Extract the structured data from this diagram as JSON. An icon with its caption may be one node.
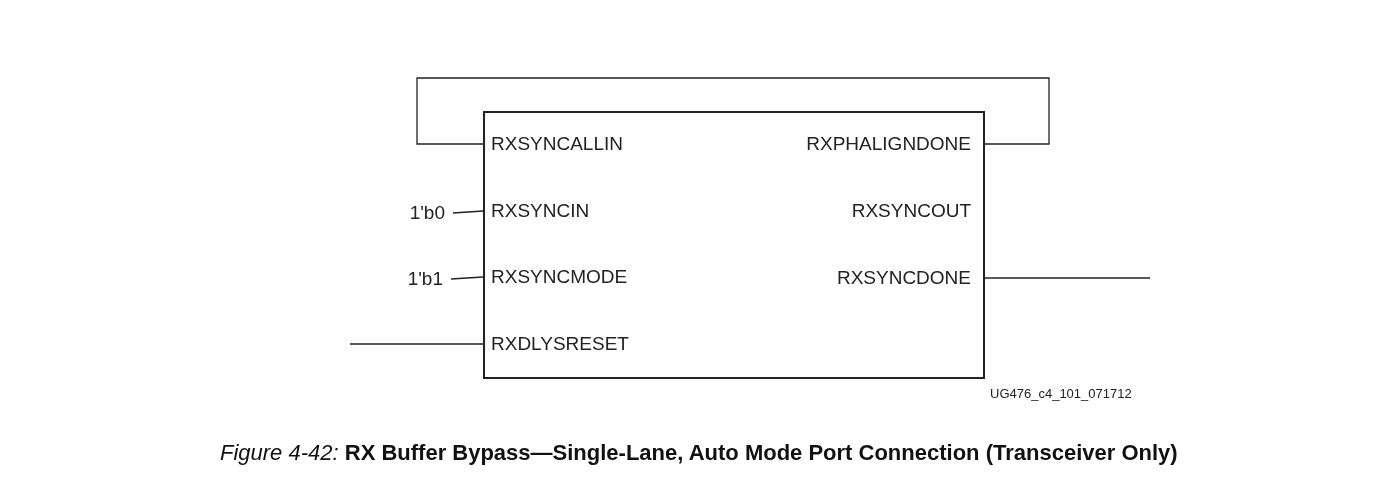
{
  "diagram": {
    "caption": "*Figure 4-42:*   **RX Buffer Bypass—Single-Lane, Auto Mode Port Connection (Transceiver Only)**",
    "nodes": [
      {
        "text": [],
        "shape": "box"
      },
      {
        "text": [
          "RXSYNCALLIN"
        ],
        "in": 0
      },
      {
        "text": [
          "RXPHALIGNDONE"
        ],
        "in": 0
      },
      {
        "text": [
          "1'b0"
        ]
      },
      {
        "text": [
          "RXSYNCIN"
        ],
        "in": 0
      },
      {
        "text": [
          "RXSYNCOUT"
        ],
        "in": 0
      },
      {
        "text": [
          "1'b1"
        ]
      },
      {
        "text": [
          "RXSYNCMODE"
        ],
        "in": 0
      },
      {
        "text": [
          "RXSYNCDONE"
        ],
        "in": 0
      },
      {
        "text": [
          "RXDLYSRESET"
        ],
        "in": 0
      }
    ],
    "edges": [
      {
        "from": 2,
        "to": 1,
        "arrow": "none"
      },
      {
        "from": 3,
        "to": 4,
        "arrow": "none"
      },
      {
        "from": 6,
        "to": 7,
        "arrow": "none"
      },
      {
        "from": null,
        "to": 9,
        "arrow": "none"
      },
      {
        "from": 8,
        "to": null,
        "arrow": "none"
      }
    ],
    "labels": [
      "UG476_c4_101_071712"
    ]
  }
}
